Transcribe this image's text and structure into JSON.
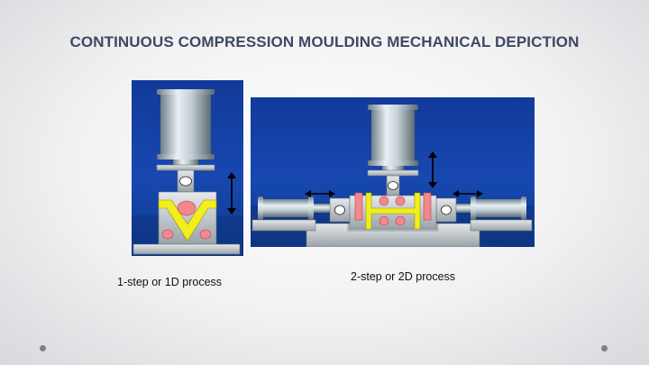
{
  "slide": {
    "title": "CONTINUOUS COMPRESSION MOULDING MECHANICAL DEPICTION"
  },
  "figures": [
    {
      "caption": "1-step or 1D process"
    },
    {
      "caption": "2-step or 2D process"
    }
  ],
  "colors": {
    "title": "#3c4a62",
    "panel_blue": "#1748b0",
    "mould_yellow": "#f2ee1e",
    "pellet_pink": "#f2888c",
    "arrow": "#000000"
  }
}
